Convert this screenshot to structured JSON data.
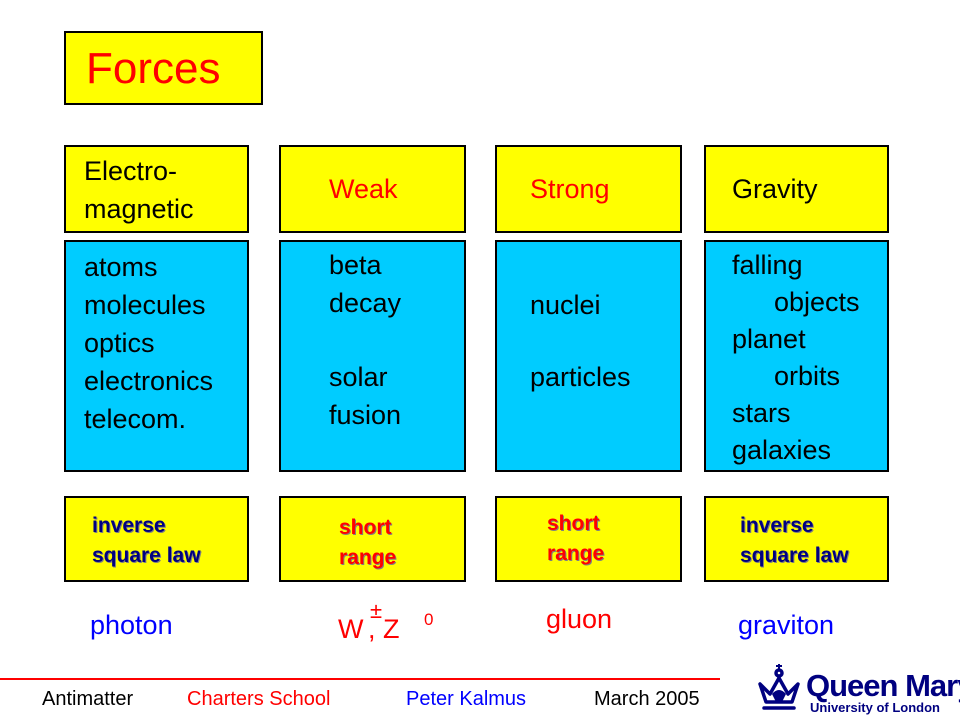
{
  "title": "Forces",
  "columns": [
    {
      "name_lines": [
        "Electro-",
        "magnetic"
      ],
      "examples": [
        "atoms",
        "molecules",
        "optics",
        "electronics",
        "telecom."
      ],
      "range_lines": [
        "inverse",
        "square law"
      ],
      "carrier": "photon"
    },
    {
      "name_lines": [
        "Weak"
      ],
      "examples": [
        "beta",
        "decay",
        "",
        "solar",
        "fusion"
      ],
      "range_lines": [
        "short",
        "range"
      ],
      "carrier_parts": {
        "w": "W",
        "pm": "±",
        "comma_z": ", Z",
        "zero": "0"
      }
    },
    {
      "name_lines": [
        "Strong"
      ],
      "examples": [
        "nuclei",
        "particles"
      ],
      "range_lines": [
        "short",
        "range"
      ],
      "carrier": "gluon"
    },
    {
      "name_lines": [
        "Gravity"
      ],
      "examples": [
        "falling",
        "objects",
        "planet",
        "orbits",
        "stars",
        "galaxies"
      ],
      "range_lines": [
        "inverse",
        "square law"
      ],
      "carrier": "graviton"
    }
  ],
  "footer": {
    "topic": "Antimatter",
    "venue": "Charters School",
    "author": "Peter Kalmus",
    "date": "March 2005"
  },
  "logo": {
    "name": "Queen Mary",
    "subtitle": "University of London"
  },
  "colors": {
    "box_yellow": "#ffff00",
    "box_blue": "#00ccff",
    "title_red": "#ff0000",
    "carrier_blue": "#0000ff",
    "navy": "#000080"
  }
}
